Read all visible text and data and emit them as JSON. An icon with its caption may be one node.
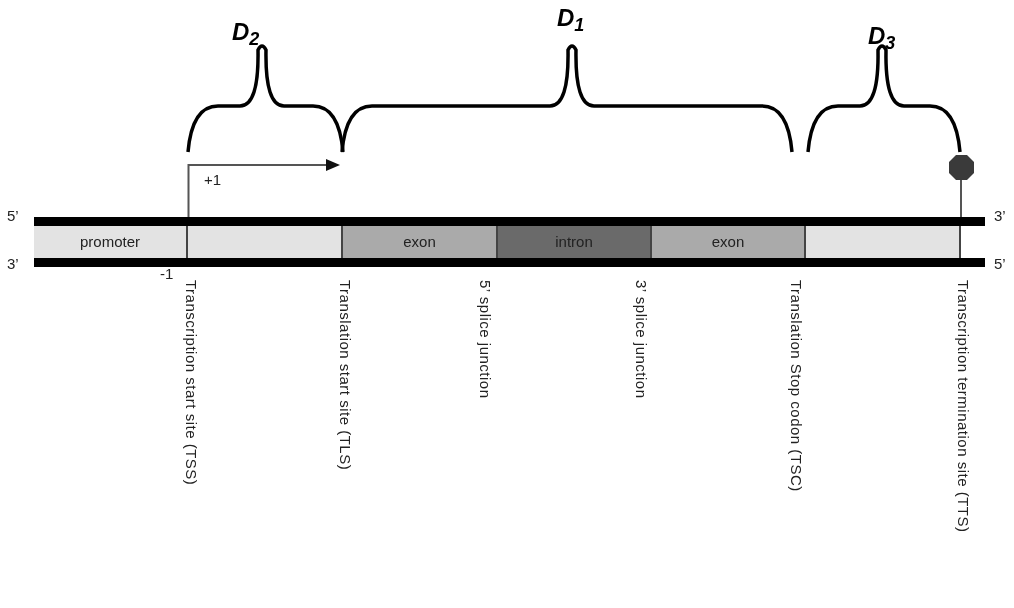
{
  "diagram": {
    "nodes": [
      {
        "text": [
          "promoter"
        ]
      },
      {
        "text": [],
        "shape": "box"
      },
      {
        "text": [
          "exon"
        ]
      },
      {
        "text": [
          "intron"
        ]
      },
      {
        "text": [
          "exon"
        ]
      },
      {
        "text": [],
        "shape": "box"
      }
    ],
    "labels": [
      "D$_{1}$",
      "D$_{2}$",
      "D$_{3}$",
      "+1",
      "5’",
      "3’",
      "3’",
      "5’",
      "-1",
      "Transcription start site (TSS)",
      "Translation start site (TLS)",
      "5’ splice junction",
      "3’ splice junction",
      "Translation Stop codon (TSC)",
      "Transcription termination site (TTS)"
    ]
  }
}
